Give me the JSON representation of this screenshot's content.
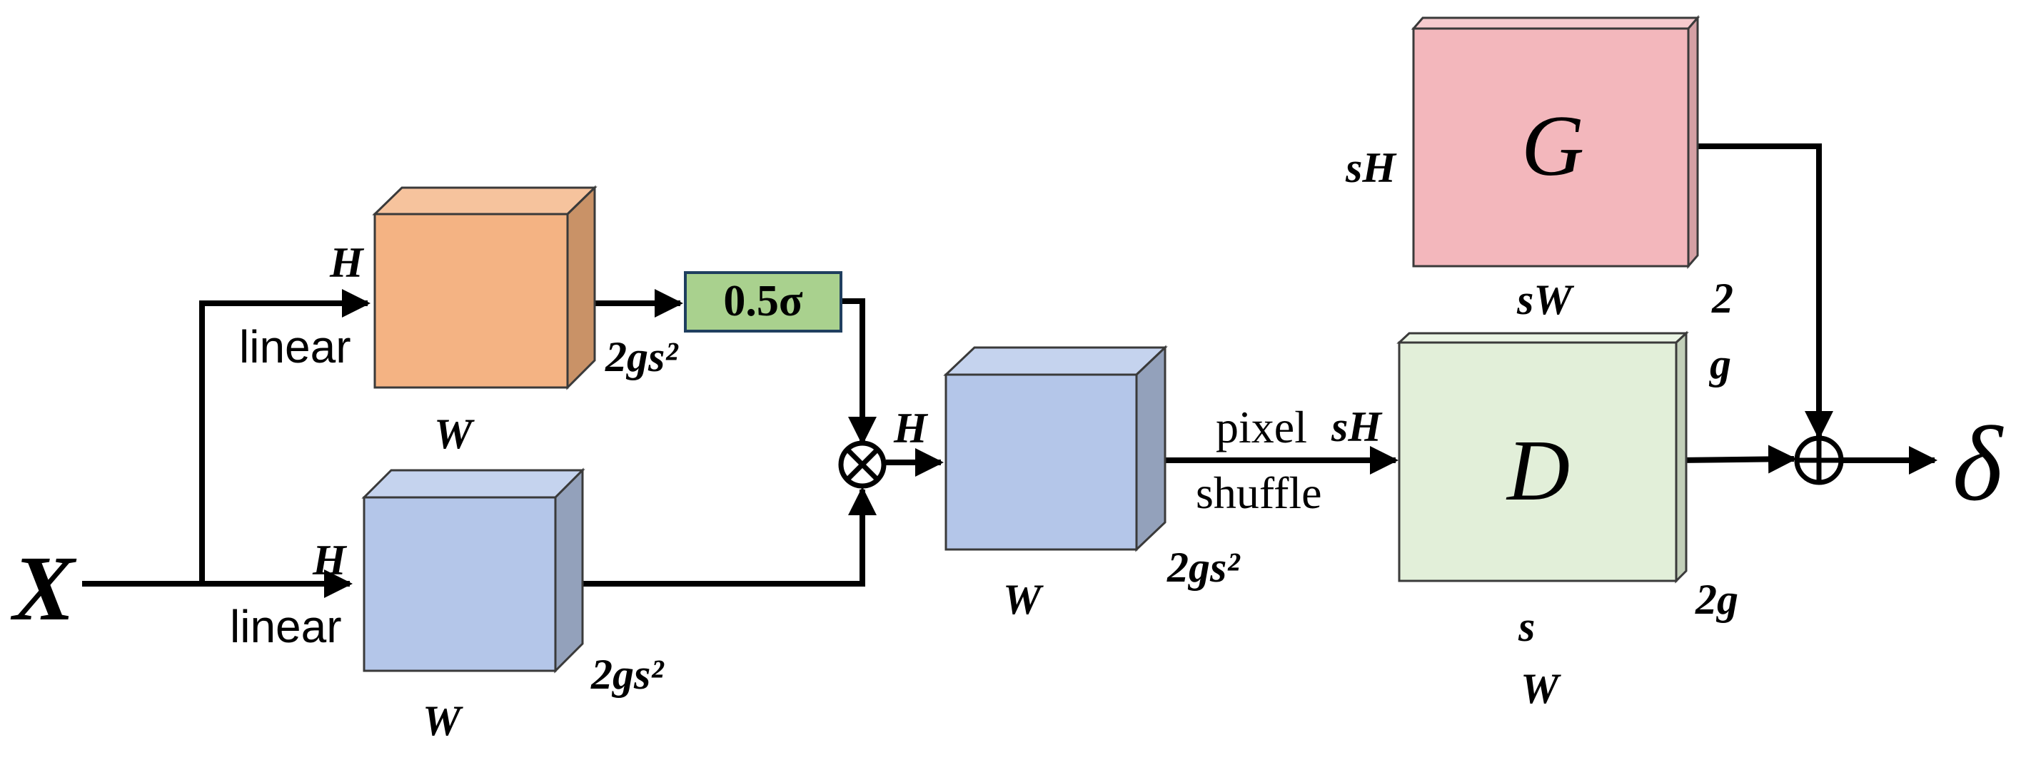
{
  "input": {
    "label": "X"
  },
  "output": {
    "label": "δ"
  },
  "branches": {
    "top": {
      "op_label": "linear",
      "dims": {
        "h": "H",
        "w": "W",
        "c": "2gs²"
      },
      "colors": {
        "front": "#f4b383",
        "top": "#f6c39d",
        "side": "#c99267"
      }
    },
    "bottom": {
      "op_label": "linear",
      "dims": {
        "h": "H",
        "w": "W",
        "c": "2gs²"
      },
      "colors": {
        "front": "#b4c6e9",
        "top": "#c5d3ee",
        "side": "#93a1bb"
      }
    }
  },
  "sigma": {
    "label": "0.5σ",
    "color": "#a9d18e"
  },
  "multiply": {
    "symbol": "⊗"
  },
  "merged": {
    "dims": {
      "h": "H",
      "w": "W",
      "c": "2gs²"
    },
    "colors": {
      "front": "#b4c6e9",
      "top": "#c5d3ee",
      "side": "#93a1bb"
    }
  },
  "pixel_shuffle": {
    "line1": "pixel",
    "line2": "shuffle"
  },
  "grid": {
    "letter": "G",
    "dims": {
      "h": "sH",
      "w": "sW",
      "c_line1": "2",
      "c_line2": "g"
    },
    "colors": {
      "front": "#f3b7bc",
      "top": "#f6cbce",
      "side": "#d4a0a4"
    }
  },
  "offset": {
    "letter": "D",
    "dims": {
      "h": "sH",
      "w_line1": "s",
      "w_line2": "W",
      "c": "2g"
    },
    "colors": {
      "front": "#e2efd9",
      "top": "#eaf4e4",
      "side": "#c2cfb9"
    }
  },
  "add": {
    "symbol": "⊕"
  }
}
